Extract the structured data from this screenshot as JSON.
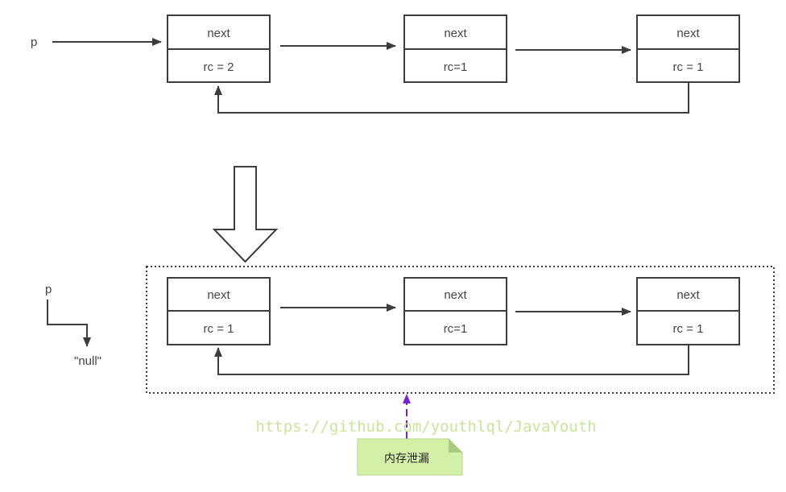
{
  "top": {
    "pointer_label": "p",
    "nodes": [
      {
        "field": "next",
        "rc": "rc = 2"
      },
      {
        "field": "next",
        "rc": "rc=1"
      },
      {
        "field": "next",
        "rc": "rc = 1"
      }
    ]
  },
  "bottom": {
    "pointer_label": "p",
    "null_label": "\"null\"",
    "nodes": [
      {
        "field": "next",
        "rc": "rc = 1"
      },
      {
        "field": "next",
        "rc": "rc=1"
      },
      {
        "field": "next",
        "rc": "rc = 1"
      }
    ]
  },
  "watermark": "https://github.com/youthlql/JavaYouth",
  "note": {
    "label": "内存泄漏",
    "color": "#d4f0a8"
  },
  "colors": {
    "stroke": "#3d3d3d",
    "leak_arrow": "#7a1fd1"
  }
}
